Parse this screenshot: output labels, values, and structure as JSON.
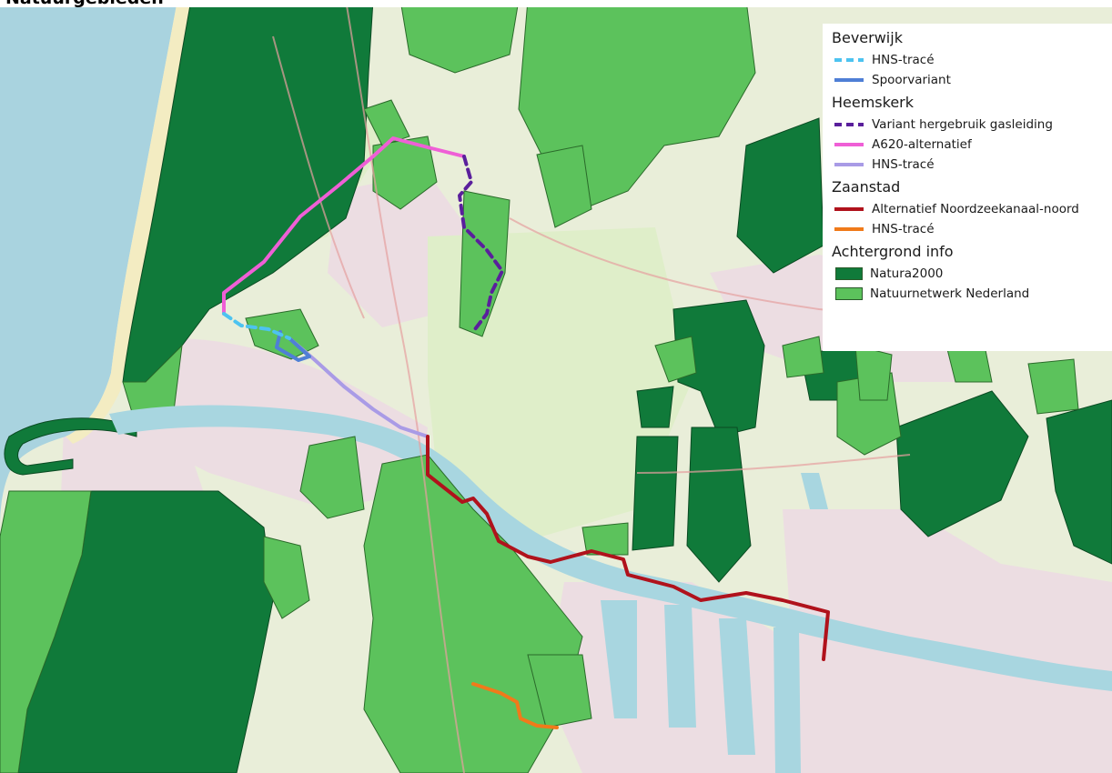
{
  "title": "Natuurgebieden",
  "legend": {
    "groups": [
      {
        "name": "Beverwijk",
        "items": [
          {
            "label": "HNS-tracé",
            "color": "#4dc3f0",
            "style": "dashed"
          },
          {
            "label": "Spoorvariant",
            "color": "#4f7fd6",
            "style": "solid"
          }
        ]
      },
      {
        "name": "Heemskerk",
        "items": [
          {
            "label": "Variant hergebruik gasleiding",
            "color": "#5a1f9c",
            "style": "dashed"
          },
          {
            "label": "A620-alternatief",
            "color": "#ef5fd6",
            "style": "solid"
          },
          {
            "label": "HNS-tracé",
            "color": "#a99be6",
            "style": "solid"
          }
        ]
      },
      {
        "name": "Zaanstad",
        "items": [
          {
            "label": "Alternatief Noordzeekanaal-noord",
            "color": "#b0121c",
            "style": "solid"
          },
          {
            "label": "HNS-tracé",
            "color": "#f07a1a",
            "style": "solid"
          }
        ]
      },
      {
        "name": "Achtergrond info",
        "items": [
          {
            "label": "Natura2000",
            "color": "#107a3a",
            "style": "fill"
          },
          {
            "label": "Natuurnetwerk Nederland",
            "color": "#5cc25c",
            "style": "fill"
          }
        ]
      }
    ]
  },
  "colors": {
    "sea": "#a9d3df",
    "land": "#e9eed9",
    "urban": "#ecd8de",
    "water": "#a8d6e0",
    "natura2000": "#107a3a",
    "nnn": "#5cc25c"
  }
}
